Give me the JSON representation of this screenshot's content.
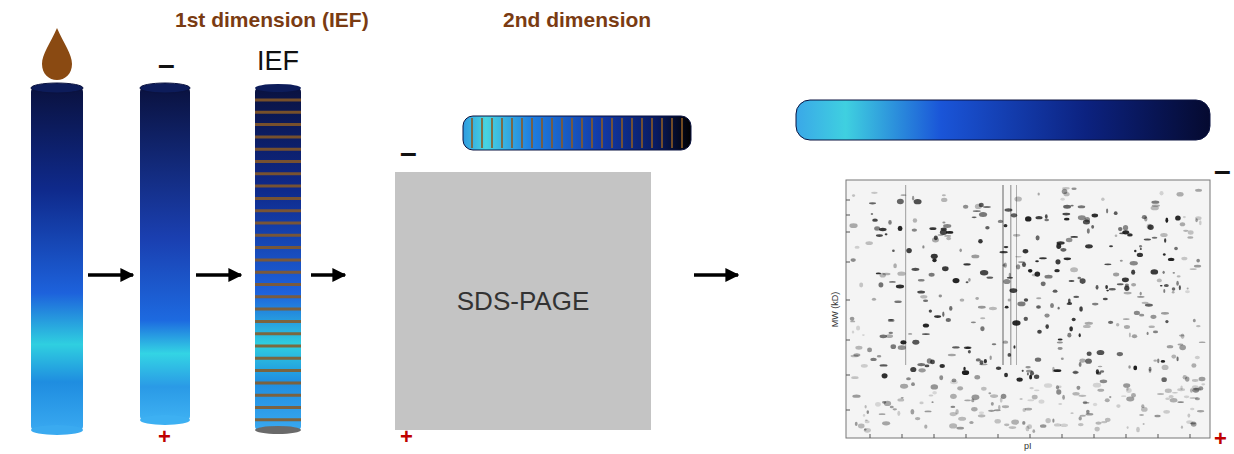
{
  "diagram": {
    "nodes": [
      {
        "text": [
          "IEF"
        ]
      },
      {
        "text": [
          "SDS-PAGE"
        ]
      }
    ],
    "edges": [
      {
        "from": 0,
        "to": 1,
        "arrow": "to"
      }
    ],
    "labels": [
      "1st dimension (IEF)",
      "2nd dimension",
      "–",
      "+",
      "–",
      "+",
      "–",
      "+",
      "pI",
      "MW (kD)"
    ]
  }
}
